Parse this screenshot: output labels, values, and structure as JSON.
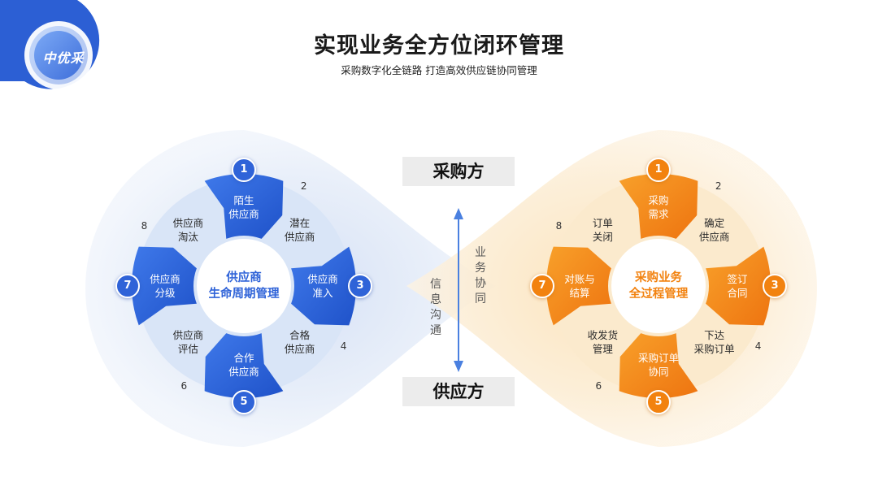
{
  "header": {
    "title": "实现业务全方位闭环管理",
    "subtitle": "采购数字化全链路 打造高效供应链协同管理",
    "logo_text": "中优采"
  },
  "middle": {
    "top_role": "采购方",
    "bottom_role": "供应方",
    "left_vertical": [
      "信",
      "息",
      "沟",
      "通"
    ],
    "right_vertical": [
      "业",
      "务",
      "协",
      "同"
    ]
  },
  "colors": {
    "blue_main": "#2f63d8",
    "blue_light": "#dbe6f7",
    "orange_main": "#f2820f",
    "orange_light": "#fcefd9"
  },
  "left_cycle": {
    "center": "供应商\n生命周期管理",
    "stages": [
      {
        "n": "1",
        "label": "陌生\n供应商",
        "highlight": true
      },
      {
        "n": "2",
        "label": "潜在\n供应商",
        "highlight": false
      },
      {
        "n": "3",
        "label": "供应商\n准入",
        "highlight": true
      },
      {
        "n": "4",
        "label": "合格\n供应商",
        "highlight": false
      },
      {
        "n": "5",
        "label": "合作\n供应商",
        "highlight": true
      },
      {
        "n": "6",
        "label": "供应商\n评估",
        "highlight": false
      },
      {
        "n": "7",
        "label": "供应商\n分级",
        "highlight": true
      },
      {
        "n": "8",
        "label": "供应商\n淘汰",
        "highlight": false
      }
    ]
  },
  "right_cycle": {
    "center": "采购业务\n全过程管理",
    "stages": [
      {
        "n": "1",
        "label": "采购\n需求",
        "highlight": true
      },
      {
        "n": "2",
        "label": "确定\n供应商",
        "highlight": false
      },
      {
        "n": "3",
        "label": "签订\n合同",
        "highlight": true
      },
      {
        "n": "4",
        "label": "下达\n采购订单",
        "highlight": false
      },
      {
        "n": "5",
        "label": "采购订单\n协同",
        "highlight": true
      },
      {
        "n": "6",
        "label": "收发货\n管理",
        "highlight": false
      },
      {
        "n": "7",
        "label": "对账与\n结算",
        "highlight": true
      },
      {
        "n": "8",
        "label": "订单\n关闭",
        "highlight": false
      }
    ]
  }
}
